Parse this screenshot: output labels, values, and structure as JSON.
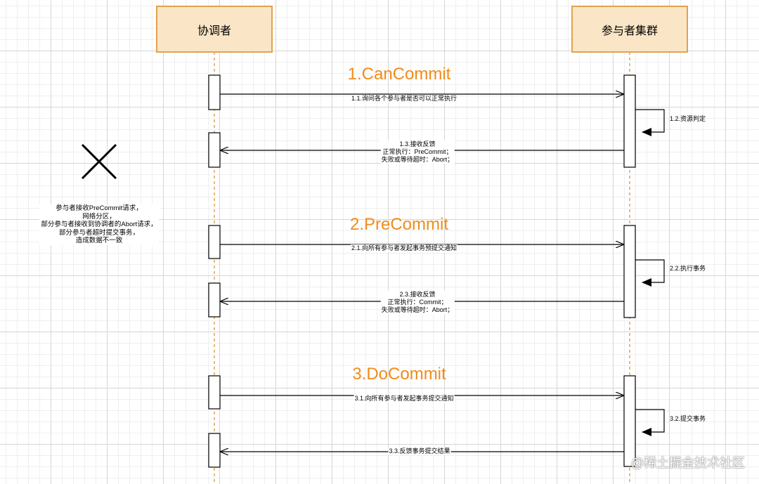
{
  "participants": {
    "coordinator": "协调者",
    "cohorts": "参与者集群"
  },
  "phases": [
    {
      "title": "1.CanCommit",
      "request": "1.1.询问各个参与者是否可以正常执行",
      "self_action": "1.2.资源判定",
      "response_lines": [
        "1.3.接收反馈",
        "正常执行：PreCommit；",
        "失败或等待超时：Abort；"
      ]
    },
    {
      "title": "2.PreCommit",
      "request": "2.1.向所有参与者发起事务预提交通知",
      "self_action": "2.2.执行事务",
      "response_lines": [
        "2.3.接收反馈",
        "正常执行：Commit；",
        "失败或等待超时：Abort；"
      ]
    },
    {
      "title": "3.DoCommit",
      "request": "3.1.向所有参与者发起事务提交通知",
      "self_action": "3.2.提交事务",
      "response_lines": [
        "3.3.反馈事务提交结果"
      ]
    }
  ],
  "failure_note": {
    "lines": [
      "参与者接收PreCommit请求，",
      "网络分区，",
      "部分参与者接收到协调者的Abort请求，",
      "部分参与者超时提交事务，",
      "造成数据不一致"
    ]
  },
  "watermark": "@稀土掘金技术社区",
  "colors": {
    "participant_fill": "#fae6c6",
    "participant_border": "#e0a24f",
    "lifeline": "#e0a24f",
    "phase_title": "#f08c1b",
    "line": "#000000"
  }
}
